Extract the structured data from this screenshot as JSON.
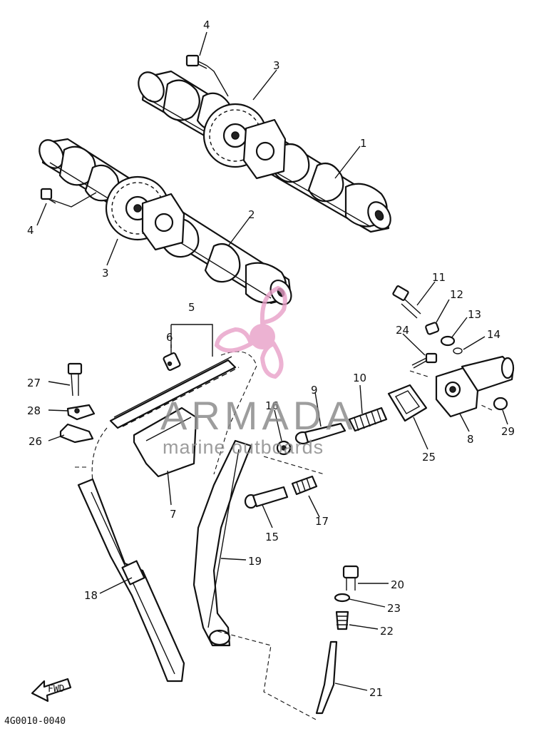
{
  "diagram": {
    "part_numbers": [
      "1",
      "2",
      "3",
      "3",
      "4",
      "4",
      "5",
      "6",
      "7",
      "8",
      "9",
      "10",
      "11",
      "12",
      "13",
      "14",
      "15",
      "16",
      "17",
      "18",
      "19",
      "20",
      "21",
      "22",
      "23",
      "24",
      "25",
      "26",
      "27",
      "28",
      "29"
    ],
    "figure_code": "4G0010-0040",
    "fwd_marker": "FWD"
  },
  "watermark": {
    "brand": "ARMADA",
    "tagline": "marine outboards",
    "logo_color": "#e8a0c8",
    "text_color": "#8c8c8c"
  }
}
